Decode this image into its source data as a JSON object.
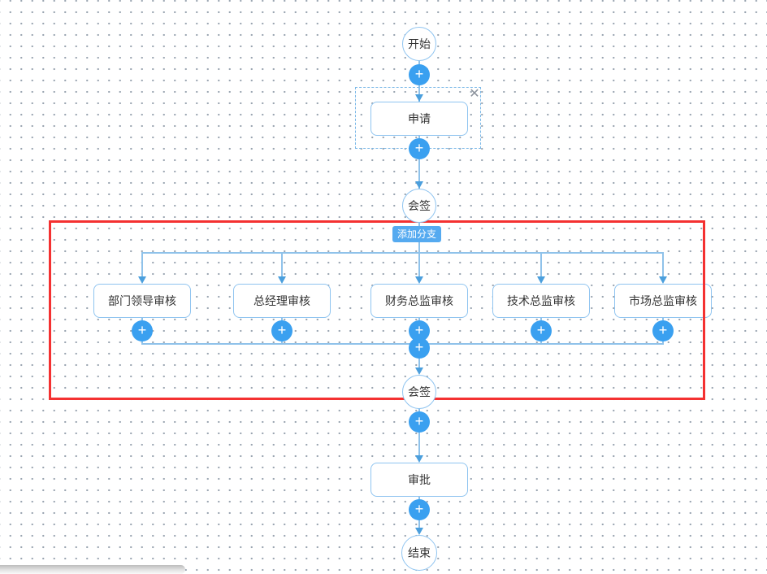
{
  "flow": {
    "start": "开始",
    "plus": "+",
    "close": "✕",
    "apply": "申请",
    "countersign_top": "会签",
    "add_branch": "添加分支",
    "branches": [
      "部门领导审核",
      "总经理审核",
      "财务总监审核",
      "技术总监审核",
      "市场总监审核"
    ],
    "countersign_bottom": "会签",
    "approve": "审批",
    "end": "结束"
  },
  "colors": {
    "accent_blue": "#3aa0f0",
    "connector_blue": "#8fc2ea",
    "arrow_blue": "#4b9fdd",
    "node_border_blue": "#8fc4f0",
    "branch_label_bg": "#55aaf0",
    "highlight_red": "#f43131",
    "close_icon_gray": "#8b929c",
    "grid_dot": "#9aa5b1"
  }
}
